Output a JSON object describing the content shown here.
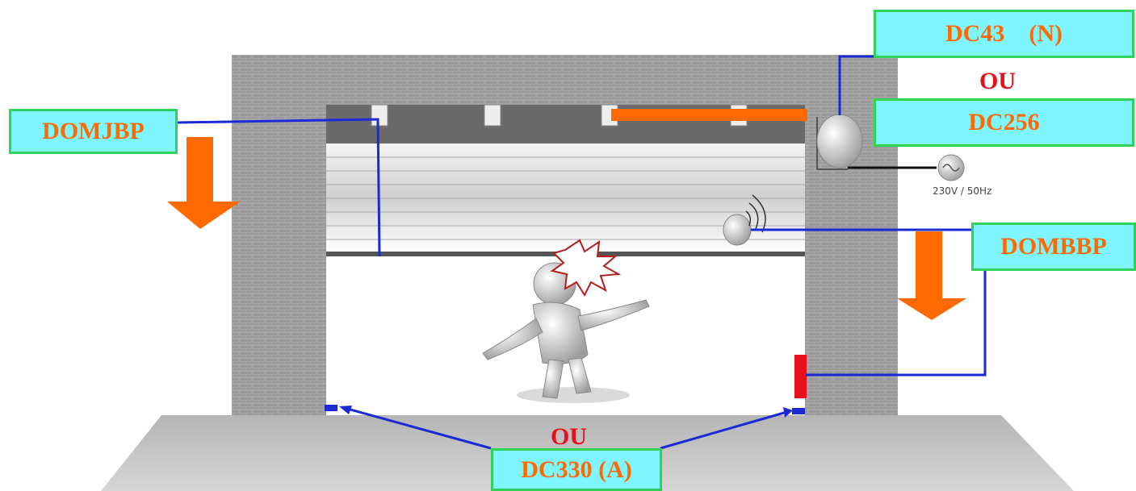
{
  "labels": {
    "domjbp": "DOMJBP",
    "dc43": "DC43    (N)",
    "ou_top": "OU",
    "dc256": "DC256",
    "dombbp": "DOMBBP",
    "ou_bottom": "OU",
    "dc330": "DC330 (A)"
  },
  "power": "230V / 50Hz",
  "colors": {
    "label_fill": "#7ff6ff",
    "label_border": "#2fd35a",
    "label_text": "#ff6a00",
    "ou_text": "#e8101a",
    "wire": "#1a2bd6",
    "arrow": "#ff6a00",
    "orange_bar": "#ff6a00",
    "red_sensor": "#e8101a"
  }
}
